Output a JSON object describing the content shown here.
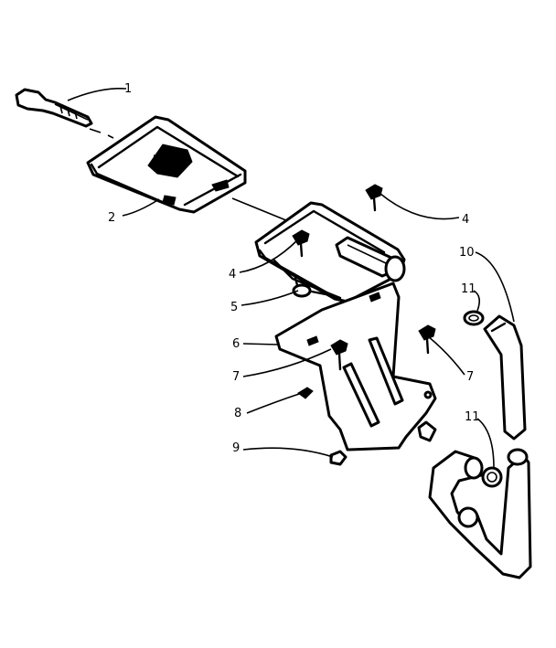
{
  "callouts": [
    "1",
    "2",
    "4",
    "4",
    "5",
    "6",
    "7",
    "7",
    "8",
    "9",
    "10",
    "11",
    "11"
  ]
}
